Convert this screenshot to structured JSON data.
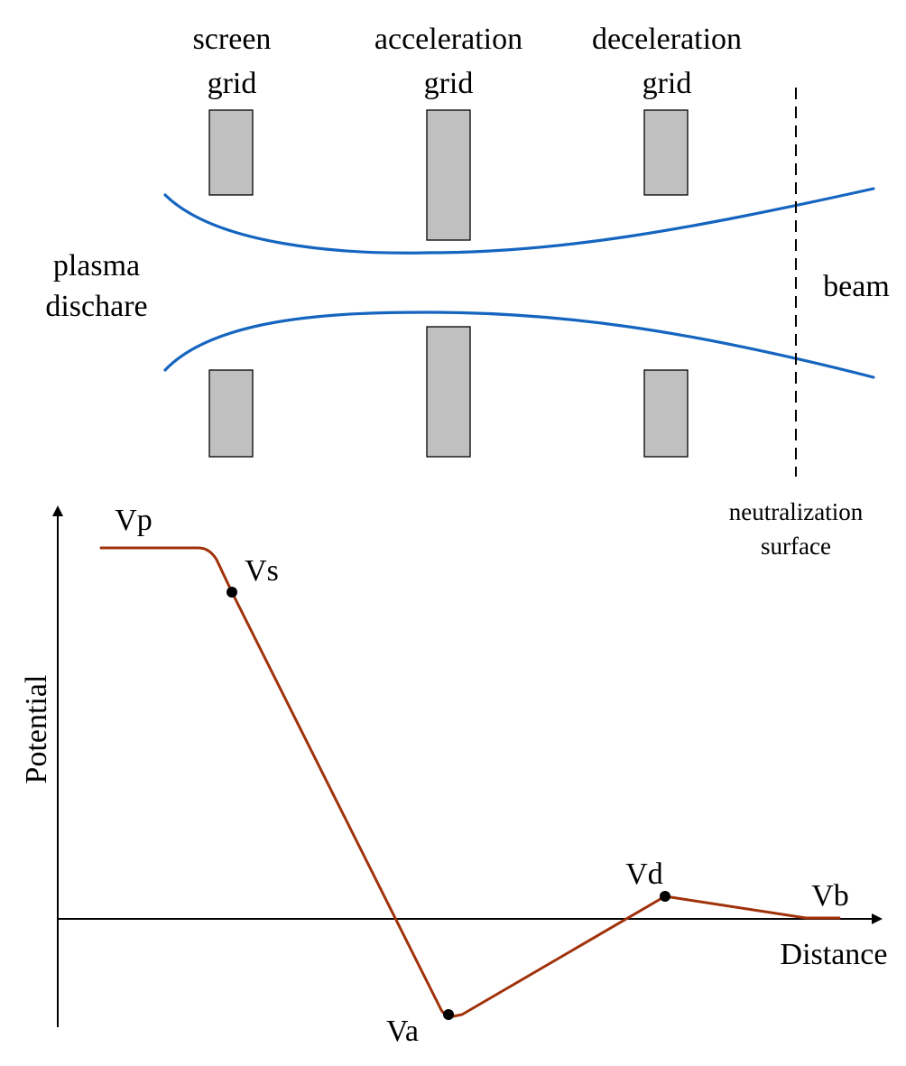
{
  "grids": {
    "screen": {
      "line1": "screen",
      "line2": "grid"
    },
    "acceleration": {
      "line1": "acceleration",
      "line2": "grid"
    },
    "deceleration": {
      "line1": "deceleration",
      "line2": "grid"
    }
  },
  "labels": {
    "plasma_line1": "plasma",
    "plasma_line2": "dischare",
    "beam": "beam",
    "neutralization_line1": "neutralization",
    "neutralization_line2": "surface"
  },
  "potential_plot": {
    "ylabel": "Potential",
    "xlabel": "Distance",
    "points": {
      "vp": "Vp",
      "vs": "Vs",
      "va": "Va",
      "vd": "Vd",
      "vb": "Vb"
    }
  },
  "colors": {
    "grid_fill": "#c0c0c0",
    "beam": "#1565c0",
    "potential_curve": "#a0320a",
    "marker": "#000000"
  }
}
